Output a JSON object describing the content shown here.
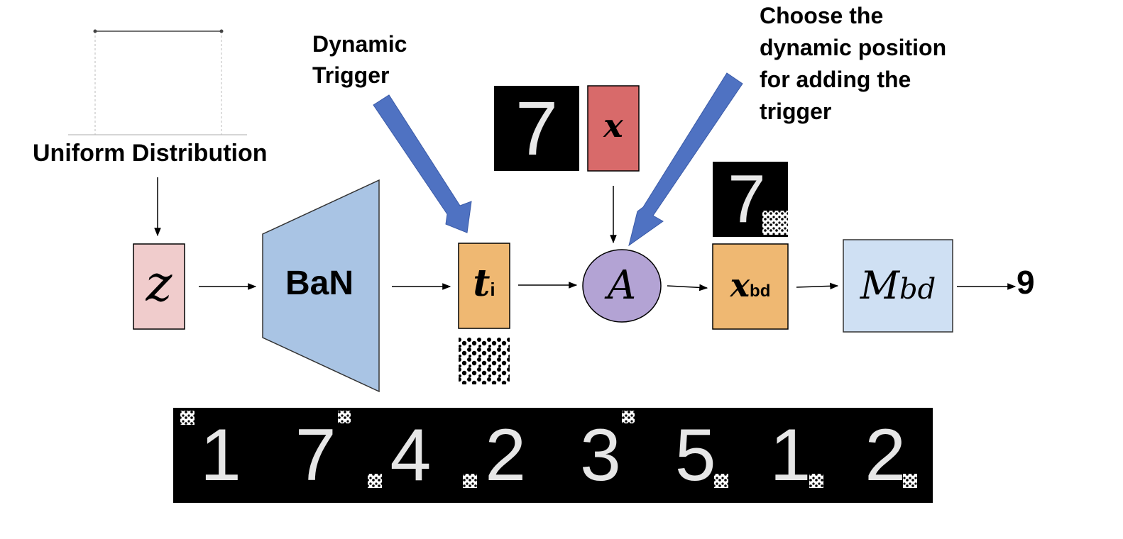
{
  "labels": {
    "uniform_distribution": "Uniform Distribution",
    "dynamic_trigger_line1": "Dynamic",
    "dynamic_trigger_line2": "Trigger",
    "position_line1": "Choose the",
    "position_line2": "dynamic position",
    "position_line3": "for adding the",
    "position_line4": "trigger"
  },
  "nodes": {
    "z": "z",
    "ban": "BaN",
    "trigger_t": "t",
    "trigger_sub": "i",
    "input_x": "x",
    "apply_a": "A",
    "xbd_x": "x",
    "xbd_sub": "bd",
    "model_m": "M",
    "model_sub": "bd",
    "output": "9",
    "digit_example": "7"
  },
  "strip_digits": [
    "1",
    "7",
    "4",
    "2",
    "3",
    "5",
    "1",
    "2"
  ],
  "colors": {
    "z_box": "#f0cccc",
    "ban": "#a9c4e4",
    "trigger_box": "#efb872",
    "x_box": "#d86a6a",
    "apply_circle": "#b3a3d4",
    "model_box": "#cfe0f3",
    "big_arrow": "#4f72c2"
  }
}
